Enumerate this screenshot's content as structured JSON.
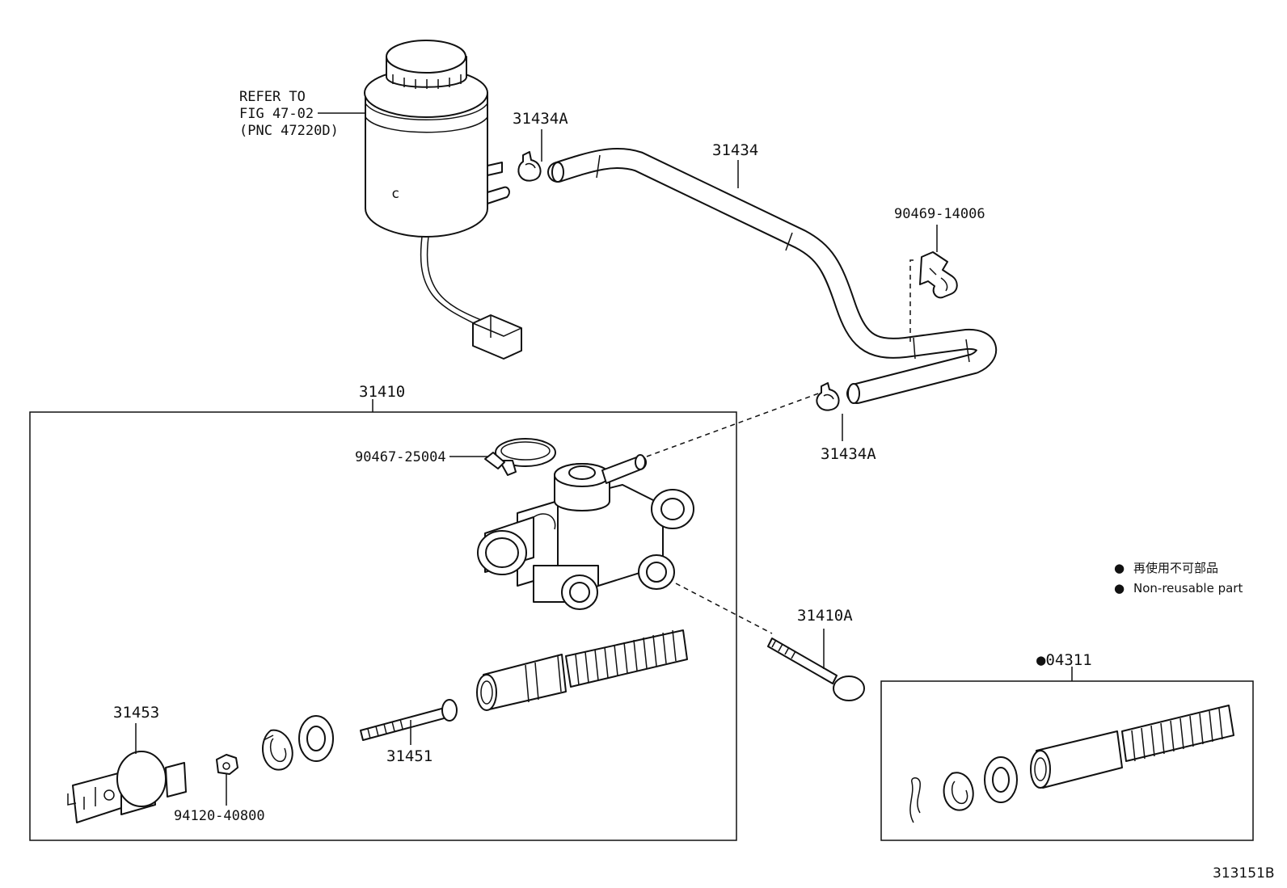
{
  "labels": {
    "reservoir_ref": [
      "REFER TO",
      "FIG 47-02",
      "(PNC 47220D)"
    ],
    "clip_upper": "31434A",
    "hose": "31434",
    "clamp_clip": "90469-14006",
    "clip_lower": "31434A",
    "assembly": "31410",
    "hose_clamp": "90467-25004",
    "bleeder_plug": "31410A",
    "push_rod_clevis": "31453",
    "nut": "94120-40800",
    "push_rod": "31451",
    "repair_kit": "●04311"
  },
  "legend": {
    "items": [
      {
        "marker": "●",
        "text": "再使用不可部品"
      },
      {
        "marker": "●",
        "text": "Non-reusable part"
      }
    ]
  },
  "figure_id": "313151B"
}
